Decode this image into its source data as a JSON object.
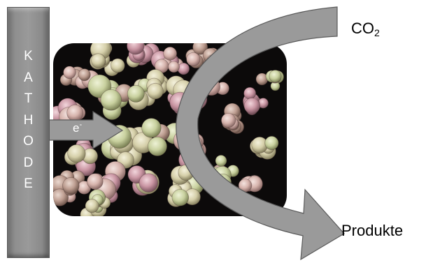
{
  "diagram": {
    "cathode": {
      "letters": [
        "K",
        "A",
        "T",
        "H",
        "O",
        "D",
        "E"
      ]
    },
    "electron": {
      "base": "e",
      "charge": "-"
    },
    "input": {
      "base": "CO",
      "subscript": "2"
    },
    "output": {
      "label": "Produkte"
    },
    "colors": {
      "arrow_fill": "#9a9a9a",
      "arrow_stroke": "#555555",
      "photo_background": "#0c0a0a",
      "cathode": "#8e8e8e"
    }
  }
}
